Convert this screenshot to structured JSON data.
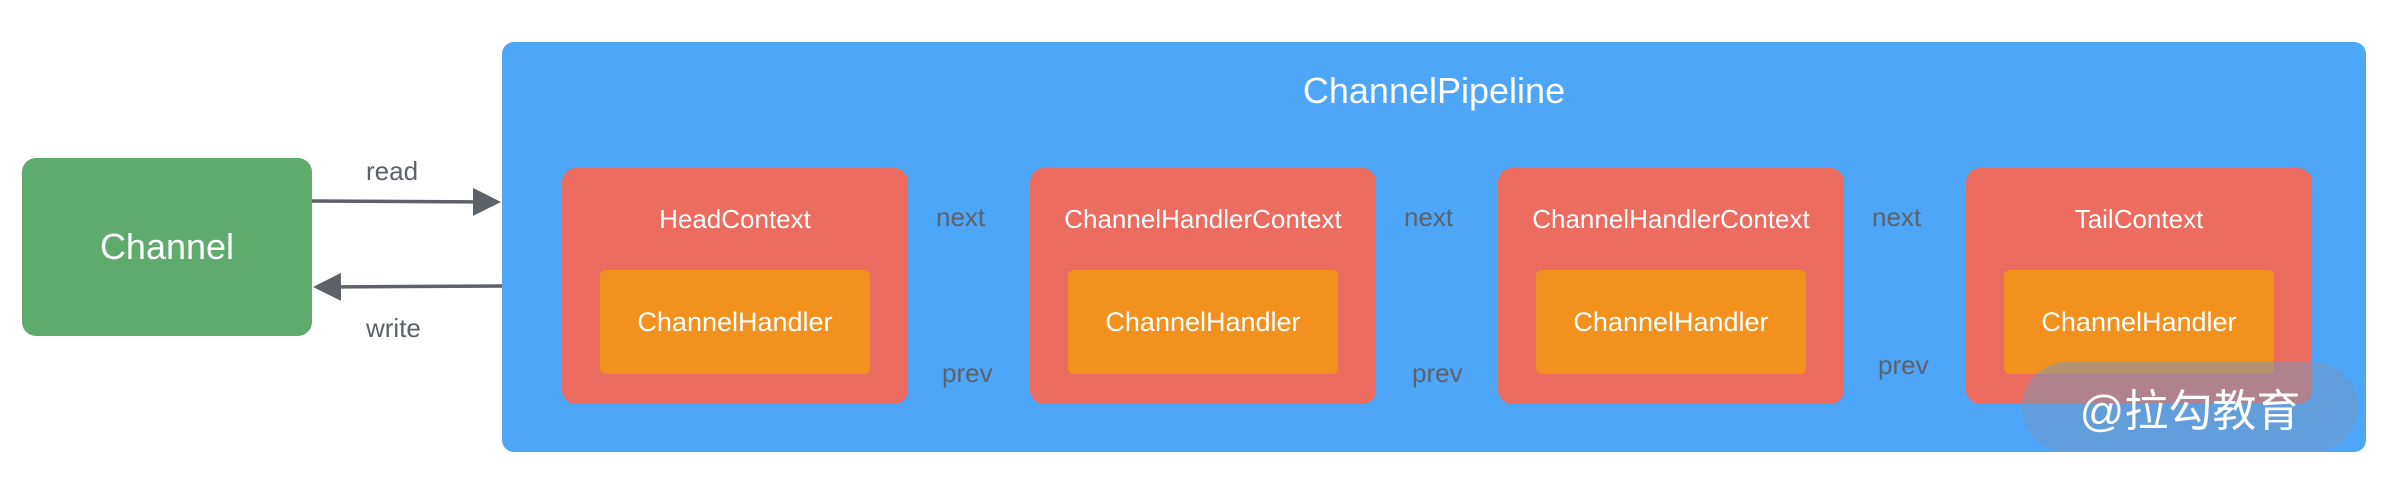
{
  "channel": {
    "label": "Channel"
  },
  "pipeline": {
    "title": "ChannelPipeline",
    "contexts": [
      {
        "title": "HeadContext",
        "handler": "ChannelHandler"
      },
      {
        "title": "ChannelHandlerContext",
        "handler": "ChannelHandler"
      },
      {
        "title": "ChannelHandlerContext",
        "handler": "ChannelHandler"
      },
      {
        "title": "TailContext",
        "handler": "ChannelHandler"
      }
    ]
  },
  "edges": {
    "read": "read",
    "write": "write",
    "next": "next",
    "prev": "prev"
  },
  "watermark": "@拉勾教育",
  "colors": {
    "channel": "#5eab6d",
    "pipeline": "#4da6f8",
    "context": "#ec6c5f",
    "handler": "#f2911e",
    "arrow": "#5d6168"
  }
}
